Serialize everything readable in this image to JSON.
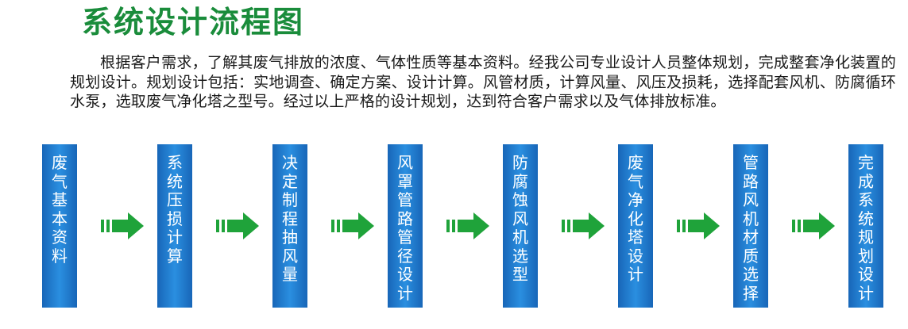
{
  "title": "系统设计流程图",
  "description": "根据客户需求，了解其废气排放的浓度、气体性质等基本资料。经我公司专业设计人员整体规划，完成整套净化装置的规划设计。规划设计包括：实地调查、确定方案、设计计算。风管材质，计算风量、风压及损耗，选择配套风机、防腐循环水泵，选取废气净化塔之型号。经过以上严格的设计规划，达到符合客户需求以及气体排放标准。",
  "steps": [
    {
      "label": "废气基本资料"
    },
    {
      "label": "系统压损计算"
    },
    {
      "label": "决定制程抽风量"
    },
    {
      "label": "风罩管路管径设计"
    },
    {
      "label": "防腐蚀风机选型"
    },
    {
      "label": "废气净化塔设计"
    },
    {
      "label": "管路风机材质选择"
    },
    {
      "label": "完成系统规划设计"
    }
  ],
  "colors": {
    "title": "#1a8c3b",
    "step_box": "#1f7ccc",
    "arrow": "#1fa33a"
  },
  "icons": {
    "connector": "right-arrow-icon"
  }
}
